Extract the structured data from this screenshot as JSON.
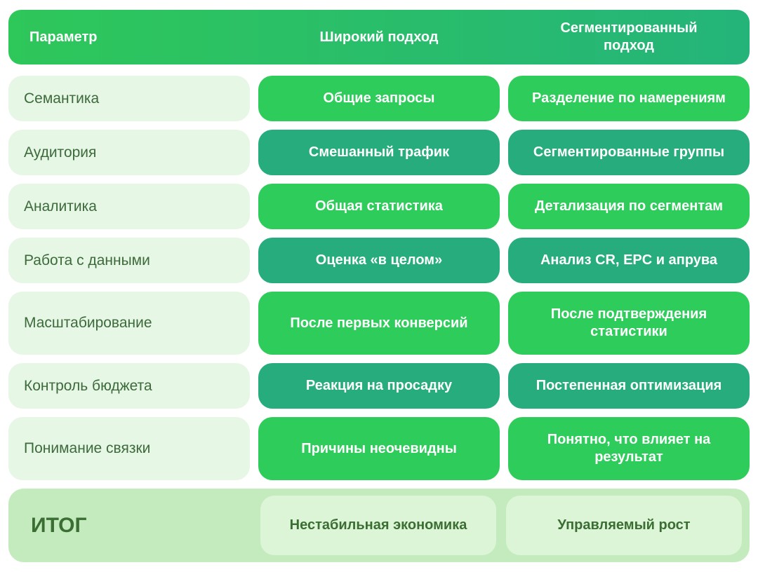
{
  "header": {
    "param": "Параметр",
    "broad": "Широкий подход",
    "segmented": "Сегментированный подход"
  },
  "rows": [
    {
      "param": "Семантика",
      "broad": "Общие запросы",
      "segmented": "Разделение по намерениям"
    },
    {
      "param": "Аудитория",
      "broad": "Смешанный трафик",
      "segmented": "Сегментированные группы"
    },
    {
      "param": "Аналитика",
      "broad": "Общая статистика",
      "segmented": "Детализация по сегментам"
    },
    {
      "param": "Работа с данными",
      "broad": "Оценка «в целом»",
      "segmented": "Анализ CR, EPC и апрува"
    },
    {
      "param": "Масштабирование",
      "broad": "После первых конверсий",
      "segmented": "После подтверждения статистики"
    },
    {
      "param": "Контроль бюджета",
      "broad": "Реакция на просадку",
      "segmented": "Постепенная оптимизация"
    },
    {
      "param": "Понимание связки",
      "broad": "Причины неочевидны",
      "segmented": "Понятно, что влияет на результат"
    }
  ],
  "summary": {
    "label": "ИТОГ",
    "broad": "Нестабильная экономика",
    "segmented": "Управляемый рост"
  },
  "colors": {
    "header_gradient_start": "#2ec75a",
    "header_gradient_end": "#24b47a",
    "cell_green": "#2ecc5a",
    "cell_teal": "#27ad7d",
    "param_bg": "#e6f7e6",
    "summary_bg": "#c3ebbd",
    "summary_cell_bg": "#dcf5d7",
    "summary_text": "#3b6e33"
  }
}
